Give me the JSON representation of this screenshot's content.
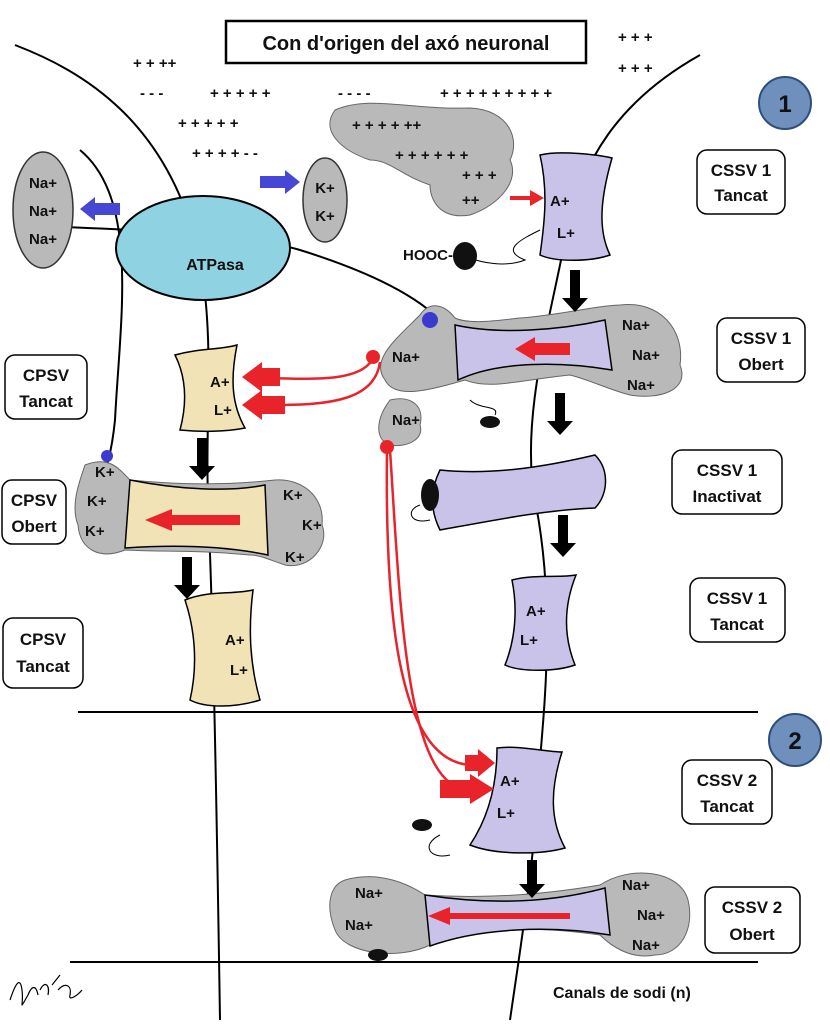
{
  "title": "Con d'origen del axó neuronal",
  "footer": "Canals de sodi (n)",
  "badges": [
    "1",
    "2"
  ],
  "charges": {
    "plus": "+",
    "minus": "-",
    "row_a": "+ + ++",
    "row_b": "- - -",
    "row_c": "+ + +  + +",
    "row_d": "+ + +  + +",
    "row_e": "+  + + + - -",
    "row_f": "- - - -",
    "corner_1": "+ + +",
    "corner_2": "+ + +",
    "corner_3": "+ + + + + + + + +",
    "blob_1": "+   + + + ++",
    "blob_2": "+  + + + + +",
    "blob_3": "+ + +",
    "blob_4": "++"
  },
  "ions": {
    "na": "Na+",
    "k": "K+",
    "a": "A+",
    "l": "L+",
    "hooc": "HOOC-"
  },
  "atpase_label": "ATPasa",
  "state_labels": {
    "cssv1_closed": [
      "CSSV 1",
      "Tancat"
    ],
    "cssv1_open": [
      "CSSV 1",
      "Obert"
    ],
    "cssv1_inactive": [
      "CSSV 1",
      "Inactivat"
    ],
    "cssv1_closed_b": [
      "CSSV 1",
      "Tancat"
    ],
    "cpsv_closed": [
      "CPSV",
      "Tancat"
    ],
    "cpsv_open": [
      "CPSV",
      "Obert"
    ],
    "cpsv_closed_b": [
      "CPSV",
      "Tancat"
    ],
    "cssv2_closed": [
      "CSSV 2",
      "Tancat"
    ],
    "cssv2_open": [
      "CSSV 2",
      "Obert"
    ]
  },
  "colors": {
    "channel_purple": "#c9c3ea",
    "channel_yellow": "#f1e3b5",
    "cloud_gray": "#b9b9b9",
    "atpase_cyan": "#8fd3e3",
    "badge_blue": "#6f8fbd",
    "arrow_red": "#e8232a",
    "arrow_blue": "#4747d6",
    "arrow_black": "#000000"
  }
}
